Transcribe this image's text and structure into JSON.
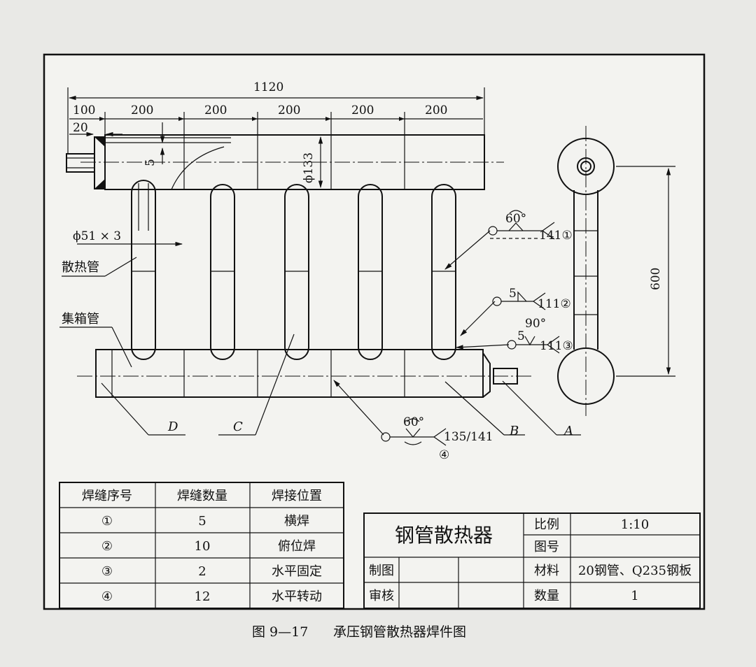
{
  "caption": {
    "figure_no": "图 9—17",
    "title": "承压钢管散热器焊件图"
  },
  "dimensions": {
    "overall_length": "1120",
    "segments": [
      "100",
      "200",
      "200",
      "200",
      "200",
      "200"
    ],
    "offset": "20",
    "gap": "5",
    "diameter": "ϕ133",
    "tube_spec": "ϕ51 × 3",
    "height": "600"
  },
  "labels": {
    "radiator_tube": "散热管",
    "header_tube": "集箱管",
    "A": "A",
    "B": "B",
    "C": "C",
    "D": "D"
  },
  "weld_symbols": {
    "w1": {
      "angle": "60°",
      "text": "141①"
    },
    "w2": {
      "size": "5",
      "text": "111②"
    },
    "w3": {
      "angle": "90°",
      "size": "5",
      "text": "111③"
    },
    "w4": {
      "angle": "60°",
      "text": "135/141",
      "index": "④"
    }
  },
  "weld_table": {
    "headers": [
      "焊缝序号",
      "焊缝数量",
      "焊接位置"
    ],
    "rows": [
      [
        "①",
        "5",
        "横焊"
      ],
      [
        "②",
        "10",
        "俯位焊"
      ],
      [
        "③",
        "2",
        "水平固定"
      ],
      [
        "④",
        "12",
        "水平转动"
      ]
    ]
  },
  "title_block": {
    "name": "钢管散热器",
    "scale_label": "比例",
    "scale_value": "1:10",
    "drawing_no_label": "图号",
    "drawing_no_value": "",
    "drafter_label": "制图",
    "reviewer_label": "审核",
    "material_label": "材料",
    "material_value": "20钢管、Q235钢板",
    "quantity_label": "数量",
    "quantity_value": "1"
  }
}
